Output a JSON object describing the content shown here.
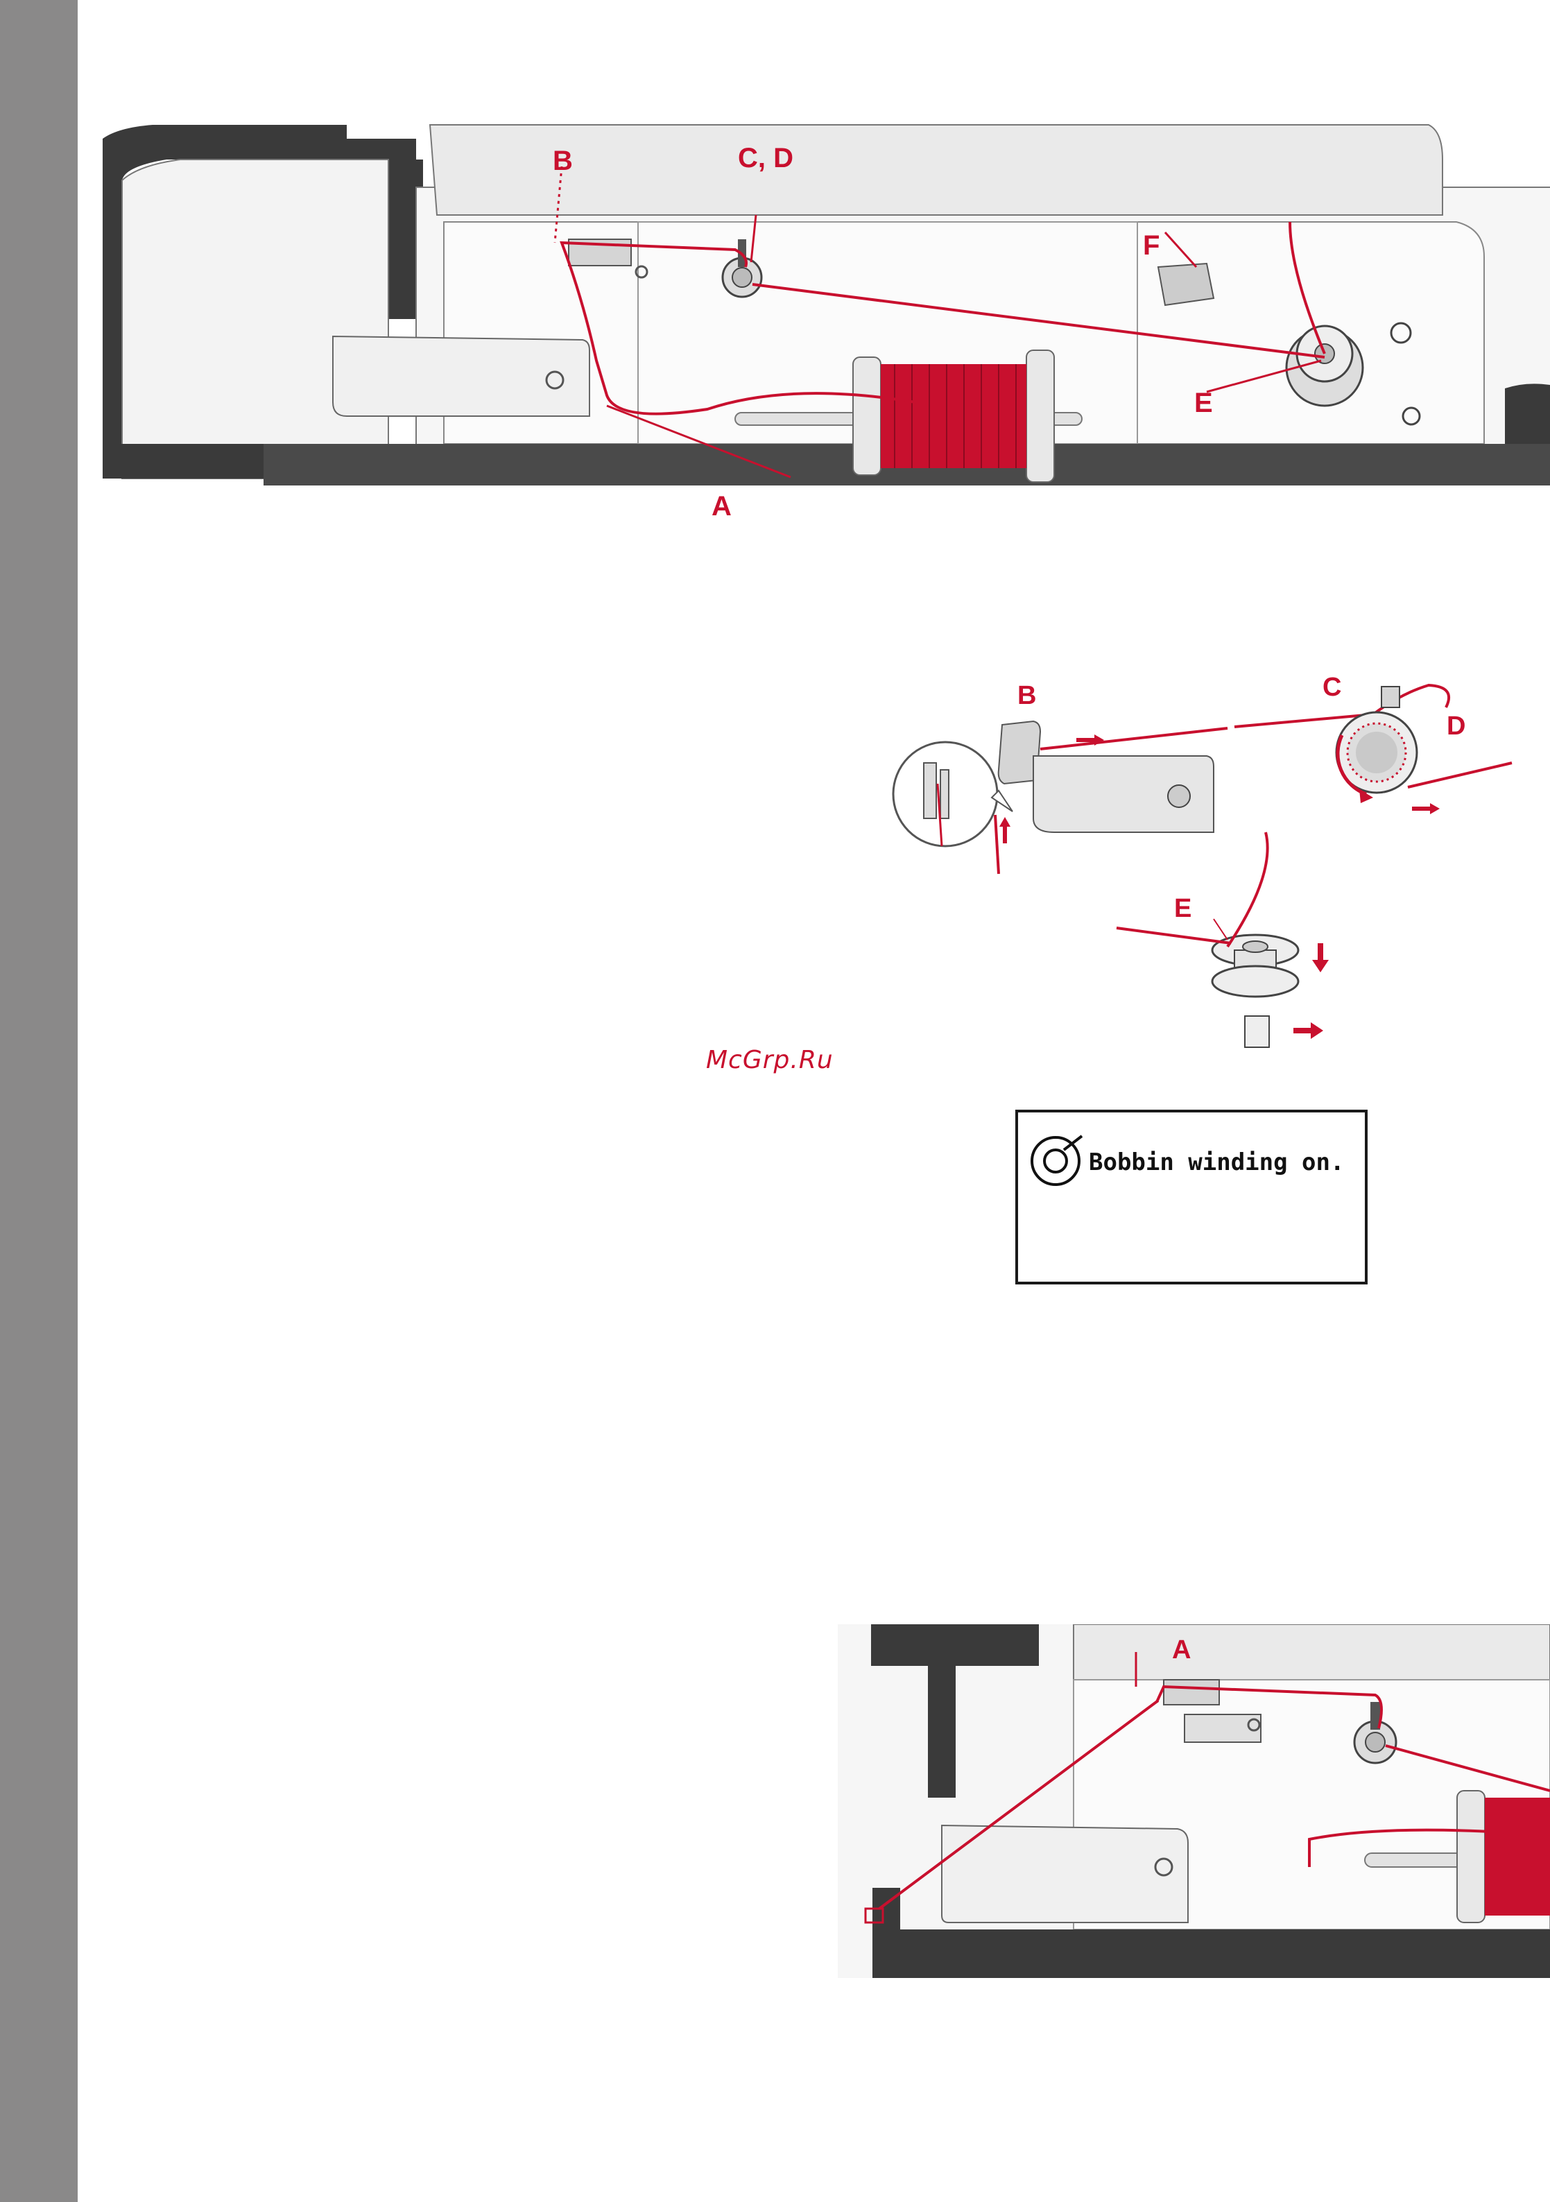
{
  "page": {
    "watermark": "McGrp.Ru"
  },
  "figure_top": {
    "callouts": {
      "a": "A",
      "b": "B",
      "cd": "C, D",
      "e": "E",
      "f": "F"
    }
  },
  "figure_detail": {
    "callouts": {
      "b": "B",
      "c": "C",
      "d": "D",
      "e": "E"
    }
  },
  "lcd_screen": {
    "message": "Bobbin winding on.",
    "icon": "bobbin-icon"
  },
  "figure_bottom": {
    "callouts": {
      "a": "A"
    }
  },
  "colors": {
    "thread": "#c8102e",
    "machine_dark": "#3a3a3a",
    "outline": "#555555",
    "side_bar": "#8a8989"
  }
}
